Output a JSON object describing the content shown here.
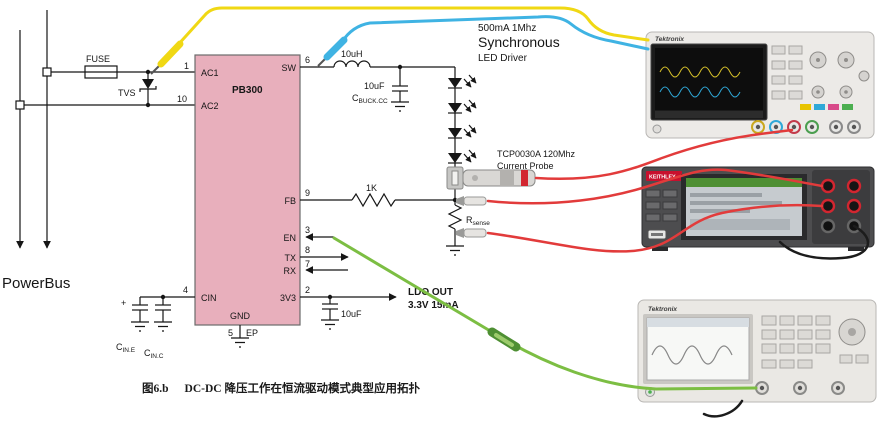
{
  "schematic": {
    "power_label": "PowerBus",
    "fuse_label": "FUSE",
    "tvs_label": "TVS",
    "ic_name": "PB300",
    "pins": {
      "ac1": {
        "name": "AC1",
        "num": "1"
      },
      "ac2": {
        "name": "AC2",
        "num": "10"
      },
      "sw": {
        "name": "SW",
        "num": "6"
      },
      "fb": {
        "name": "FB",
        "num": "9"
      },
      "en": {
        "name": "EN",
        "num": "3"
      },
      "tx": {
        "name": "TX",
        "num": "8"
      },
      "rx": {
        "name": "RX",
        "num": "7"
      },
      "v33": {
        "name": "3V3",
        "num": "2"
      },
      "cin": {
        "name": "CIN",
        "num": "4"
      },
      "gnd": {
        "name": "GND"
      },
      "ep": {
        "name": "EP",
        "num": "5"
      }
    },
    "inductor_label": "10uH",
    "buck_cap": {
      "value": "10uF",
      "ref_main": "C",
      "ref_sub": "BUCK.CC"
    },
    "fb_resistor_label": "1K",
    "sense_resistor": {
      "ref_main": "R",
      "ref_sub": "sense"
    },
    "ldo_cap_label": "10uF",
    "ldo_out": {
      "line1": "LDO OUT",
      "line2": "3.3V 15mA"
    },
    "cap_in_e": {
      "plus": "+",
      "ref_main": "C",
      "ref_sub": "IN.E"
    },
    "cap_in_c": {
      "ref_main": "C",
      "ref_sub": "IN.C"
    },
    "driver_note": {
      "line1": "500mA 1Mhz",
      "line2": "Synchronous",
      "line3": "LED Driver"
    },
    "probe_note": {
      "line1": "TCP0030A 120Mhz",
      "line2": "Current Probe"
    }
  },
  "caption": {
    "figure": "图6.b",
    "text": "DC-DC 降压工作在恒流驱动模式典型应用拓扑"
  },
  "instruments": {
    "oscilloscope": {
      "brand": "Tektronix"
    },
    "meter": {
      "brand": "KEITHLEY"
    },
    "generator": {
      "brand": "Tektronix"
    }
  },
  "colors": {
    "ic_fill": "#E8AFBC",
    "wire_yellow": "#F0D814",
    "wire_cyan": "#3FB3E3",
    "wire_red": "#E23B3B",
    "wire_green": "#7CBE43",
    "keithley_red": "#C8102E"
  }
}
